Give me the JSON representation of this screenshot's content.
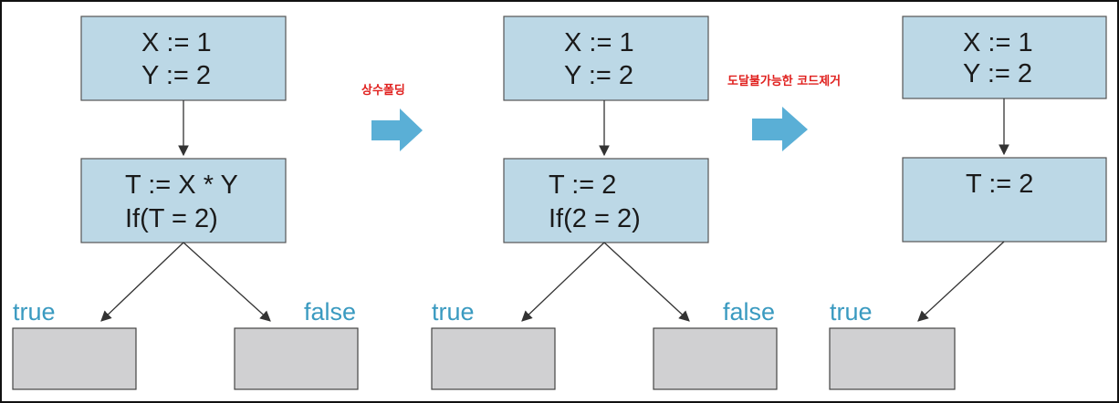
{
  "colors": {
    "code_box_fill": "#bcd8e6",
    "code_box_stroke": "#555555",
    "result_box_fill": "#d0d0d2",
    "branch_label": "#3a9ac0",
    "arrow_fill": "#5aafd6",
    "step_label": "#e0201e",
    "edge": "#333333"
  },
  "step1": {
    "box_top": {
      "line1": "X := 1",
      "line2": "Y := 2"
    },
    "box_mid": {
      "line1": "T := X * Y",
      "line2": "If(T = 2)"
    },
    "true_label": "true",
    "false_label": "false"
  },
  "transform1": {
    "label": "상수폴딩",
    "icon": "right-arrow-icon"
  },
  "step2": {
    "box_top": {
      "line1": "X := 1",
      "line2": "Y := 2"
    },
    "box_mid": {
      "line1": "T := 2",
      "line2": "If(2 = 2)"
    },
    "true_label": "true",
    "false_label": "false"
  },
  "transform2": {
    "label": "도달불가능한 코드제거",
    "icon": "right-arrow-icon"
  },
  "step3": {
    "box_top": {
      "line1": "X := 1",
      "line2": "Y := 2"
    },
    "box_mid": {
      "line1": "T := 2"
    },
    "true_label": "true"
  }
}
